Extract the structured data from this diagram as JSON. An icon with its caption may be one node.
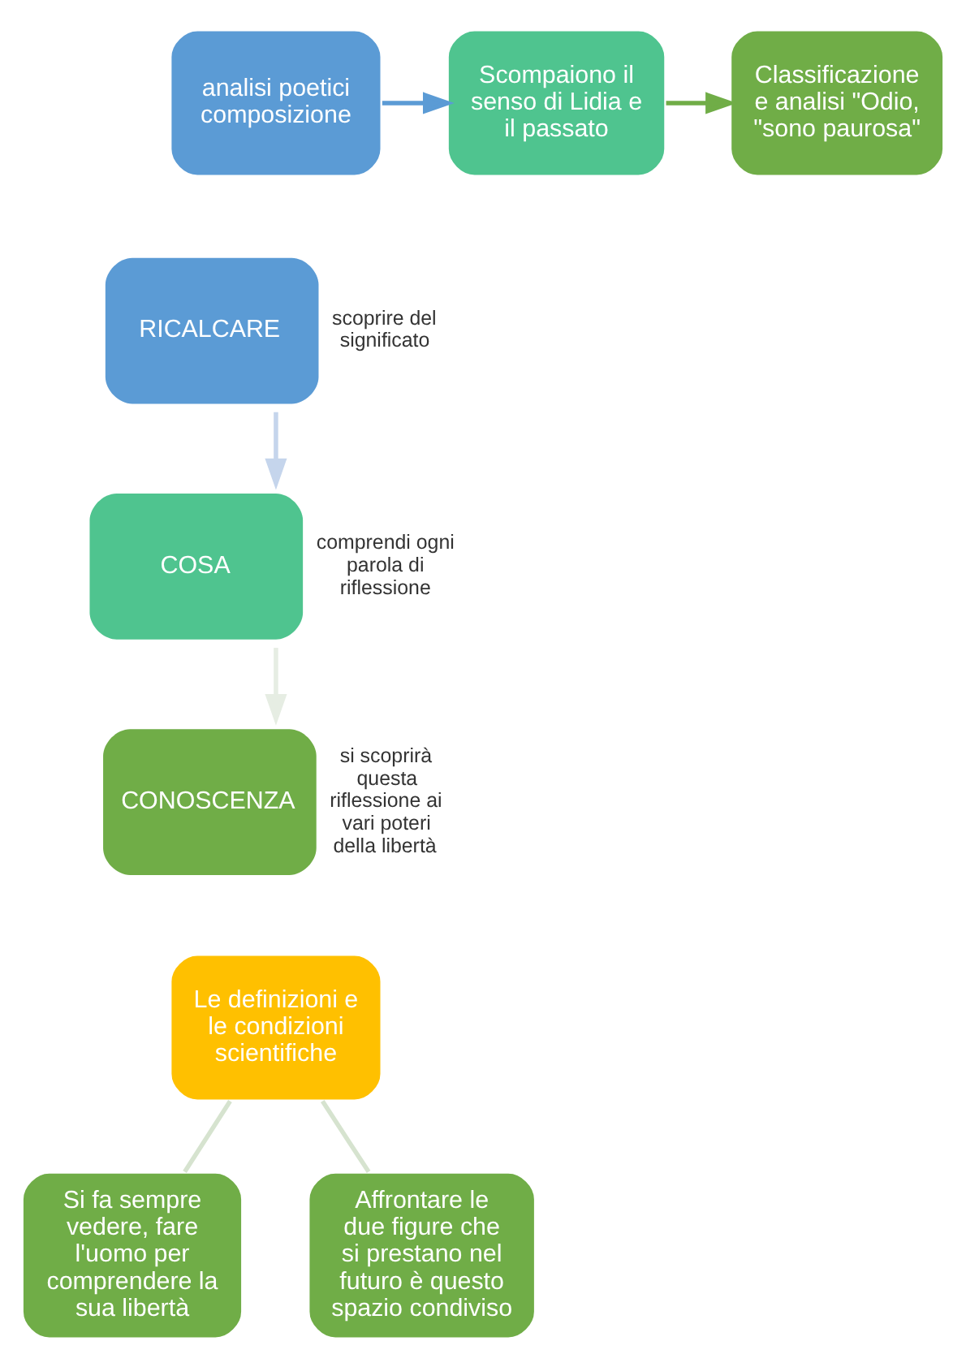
{
  "diagram": {
    "nodes": [
      {
        "text": [
          "analisi poetici composizione"
        ]
      },
      {
        "text": [
          "RICALCARE"
        ],
        "beside": [
          "scoprire del significato"
        ]
      },
      {
        "text": [
          "Scompaiono il senso di Lidia e il passato"
        ]
      },
      {
        "text": [
          "Classificazione e analisi \"Odio, \"sono paurosa\""
        ]
      },
      {
        "text": [
          "COSA"
        ],
        "beside": [
          "comprendi ogni parola di riflessione"
        ]
      },
      {
        "text": [
          "CONOSCENZA"
        ],
        "beside": [
          "si scoprirà questa riflessione ai vari poteri della libertà"
        ]
      },
      {
        "text": [
          "Le definizioni e le condizioni scientifiche"
        ]
      },
      {
        "text": [
          "Si fa sempre vedere, fare l'uomo per comprendere la sua libertà"
        ]
      },
      {
        "text": [
          "Affrontare le due figure che si prestano nel futuro è questo spazio condiviso"
        ]
      }
    ],
    "edges": [
      {
        "from": 0,
        "to": 2,
        "arrow": "to",
        "color": "#5b9bd5"
      },
      {
        "from": 2,
        "to": 3,
        "arrow": "to",
        "color": "#70ad47"
      },
      {
        "from": 1,
        "to": 4,
        "arrow": "to",
        "color": "#c5d5ec"
      },
      {
        "from": 4,
        "to": 5,
        "arrow": "to",
        "color": "#e6ede3"
      },
      {
        "from": 6,
        "to": 7,
        "arrow": "none",
        "color": "#d6e3cf"
      },
      {
        "from": 6,
        "to": 8,
        "arrow": "none",
        "color": "#d6e3cf"
      }
    ]
  }
}
